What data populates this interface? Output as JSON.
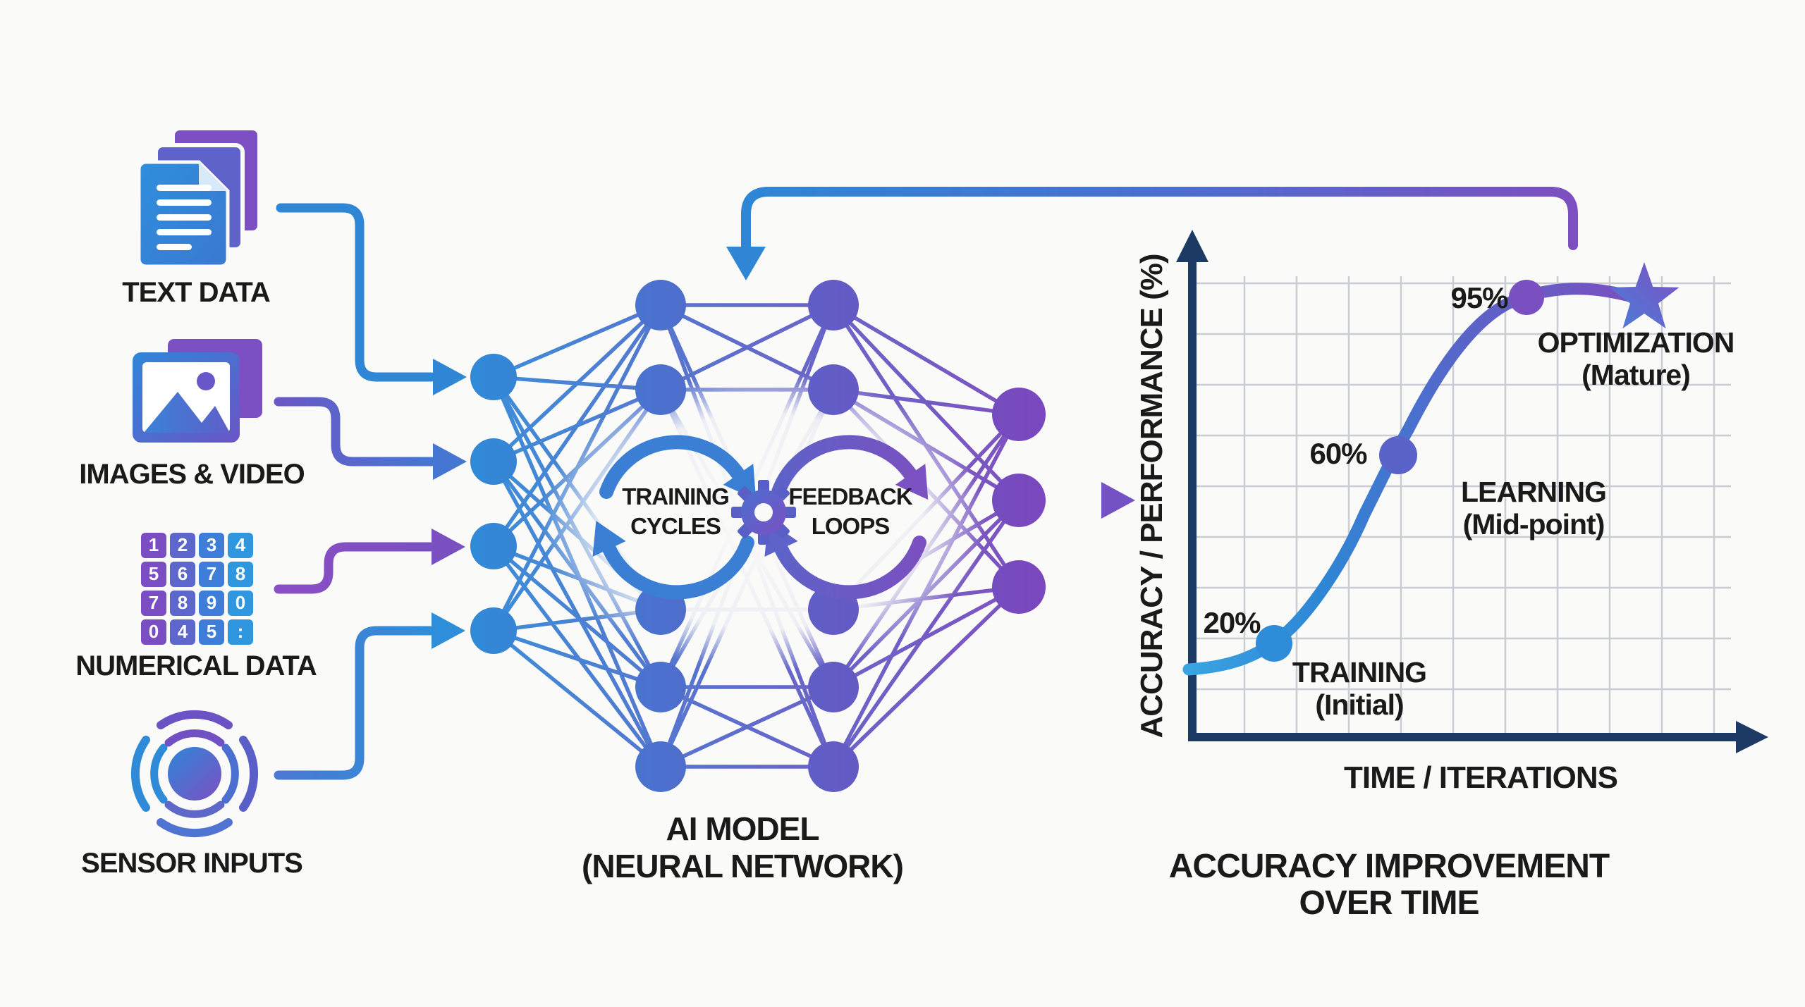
{
  "inputs": {
    "items": [
      {
        "id": "text-data",
        "label": "TEXT DATA",
        "icon": "documents-icon"
      },
      {
        "id": "images-video",
        "label": "IMAGES & VIDEO",
        "icon": "images-icon"
      },
      {
        "id": "numerical-data",
        "label": "NUMERICAL DATA",
        "icon": "number-grid-icon",
        "keypad": [
          [
            "1",
            "2",
            "3",
            "4"
          ],
          [
            "5",
            "6",
            "7",
            "8"
          ],
          [
            "7",
            "8",
            "9",
            "0"
          ],
          [
            "0",
            "4",
            "5",
            ":"
          ]
        ]
      },
      {
        "id": "sensor-inputs",
        "label": "SENSOR INPUTS",
        "icon": "sensor-signal-icon"
      }
    ]
  },
  "model": {
    "label_line1": "AI MODEL",
    "label_line2": "(NEURAL NETWORK)",
    "loop_left": {
      "line1": "TRAINING",
      "line2": "CYCLES"
    },
    "loop_right": {
      "line1": "FEEDBACK",
      "line2": "LOOPS"
    },
    "center_icon": "gear-icon"
  },
  "chart": {
    "ylabel": "ACCURACY / PERFORMANCE (%)",
    "xlabel": "TIME / ITERATIONS",
    "title_line1": "ACCURACY IMPROVEMENT",
    "title_line2": "OVER TIME"
  },
  "chart_data": {
    "type": "line",
    "title": "ACCURACY IMPROVEMENT OVER TIME",
    "xlabel": "TIME / ITERATIONS",
    "ylabel": "ACCURACY / PERFORMANCE (%)",
    "ylim": [
      0,
      100
    ],
    "x_axis": "relative time (unlabeled)",
    "grid": true,
    "curve_shape": "sigmoid",
    "start_value": 13,
    "end_value": 97,
    "end_marker": "star",
    "milestones": [
      {
        "value": 20,
        "value_label": "20%",
        "x_frac": 0.17,
        "stage": "TRAINING",
        "stage_detail": "(Initial)"
      },
      {
        "value": 60,
        "value_label": "60%",
        "x_frac": 0.42,
        "stage": "LEARNING",
        "stage_detail": "(Mid-point)"
      },
      {
        "value": 95,
        "value_label": "95%",
        "x_frac": 0.69,
        "stage": "OPTIMIZATION",
        "stage_detail": "(Mature)"
      }
    ]
  },
  "colors": {
    "background": "#fafaf8",
    "blue": "#2e86d5",
    "light_blue": "#3aa4e2",
    "indigo": "#5a63c8",
    "purple": "#7c4fc0",
    "axis_navy": "#1c3a63",
    "grid_gray": "#c9ccd3",
    "text_black": "#1a1a1a",
    "white": "#ffffff"
  }
}
